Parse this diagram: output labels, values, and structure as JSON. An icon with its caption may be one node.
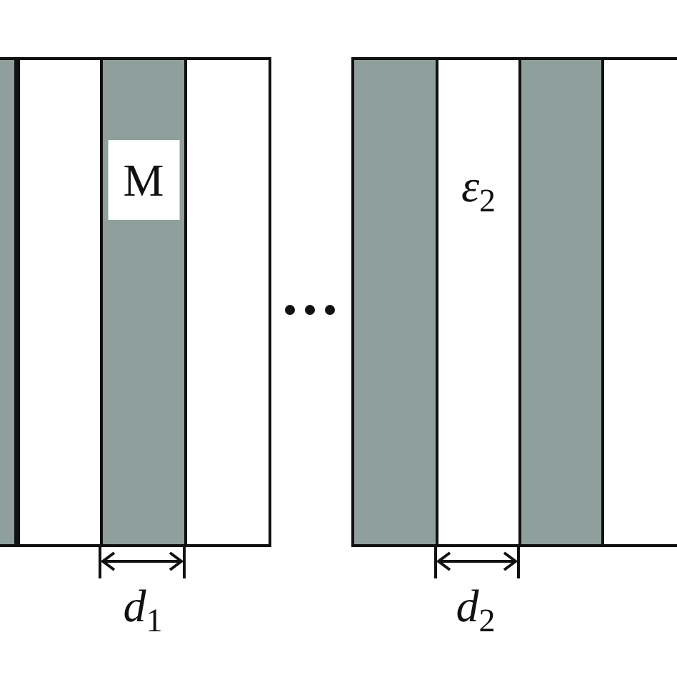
{
  "diagram": {
    "nodes": [
      {
        "text": [],
        "shape": "bar"
      },
      {
        "text": [],
        "shape": "bar"
      },
      {
        "text": [
          "M"
        ]
      },
      {
        "text": [],
        "shape": "bar"
      },
      {
        "text": [],
        "shape": "bar"
      },
      {
        "text": [
          "*ε*$_{2}$"
        ]
      },
      {
        "text": [],
        "shape": "bar"
      },
      {
        "text": [],
        "shape": "bar"
      }
    ],
    "labels": [
      "*d*$_{1}$",
      "*d*$_{2}$"
    ]
  }
}
